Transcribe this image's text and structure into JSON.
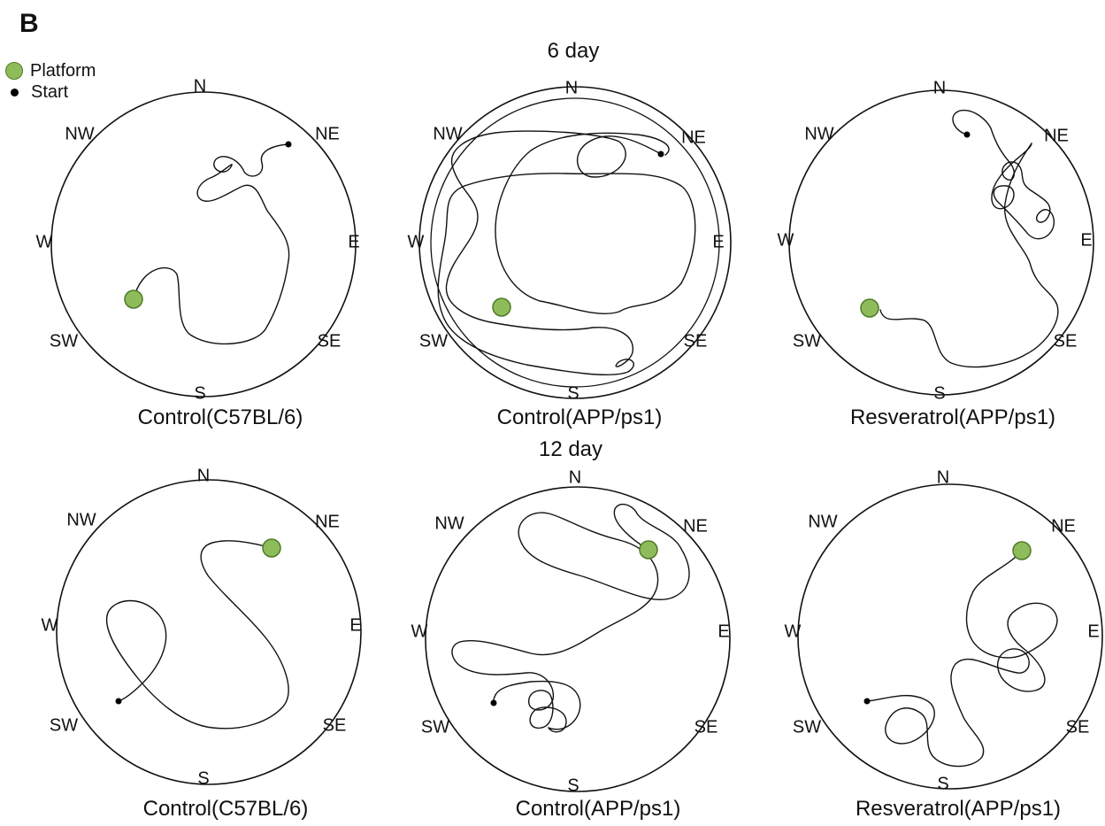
{
  "panel_letter": "B",
  "legend": {
    "platform_label": "Platform",
    "start_label": "Start"
  },
  "colors": {
    "platform_fill": "#8fbc5a",
    "platform_stroke": "#4f7a2a",
    "path": "#111111",
    "pool": "#111111"
  },
  "directions": {
    "N": "N",
    "NE": "NE",
    "E": "E",
    "SE": "SE",
    "S": "S",
    "SW": "SW",
    "W": "W",
    "NW": "NW"
  },
  "rows": [
    {
      "day_label": "6 day",
      "panels": [
        {
          "caption": "Control(C57BL/6)"
        },
        {
          "caption": "Control(APP/ps1)"
        },
        {
          "caption": "Resveratrol(APP/ps1)"
        }
      ]
    },
    {
      "day_label": "12 day",
      "panels": [
        {
          "caption": "Control(C57BL/6)"
        },
        {
          "caption": "Control(APP/ps1)"
        },
        {
          "caption": "Resveratrol(APP/ps1)"
        }
      ]
    }
  ]
}
